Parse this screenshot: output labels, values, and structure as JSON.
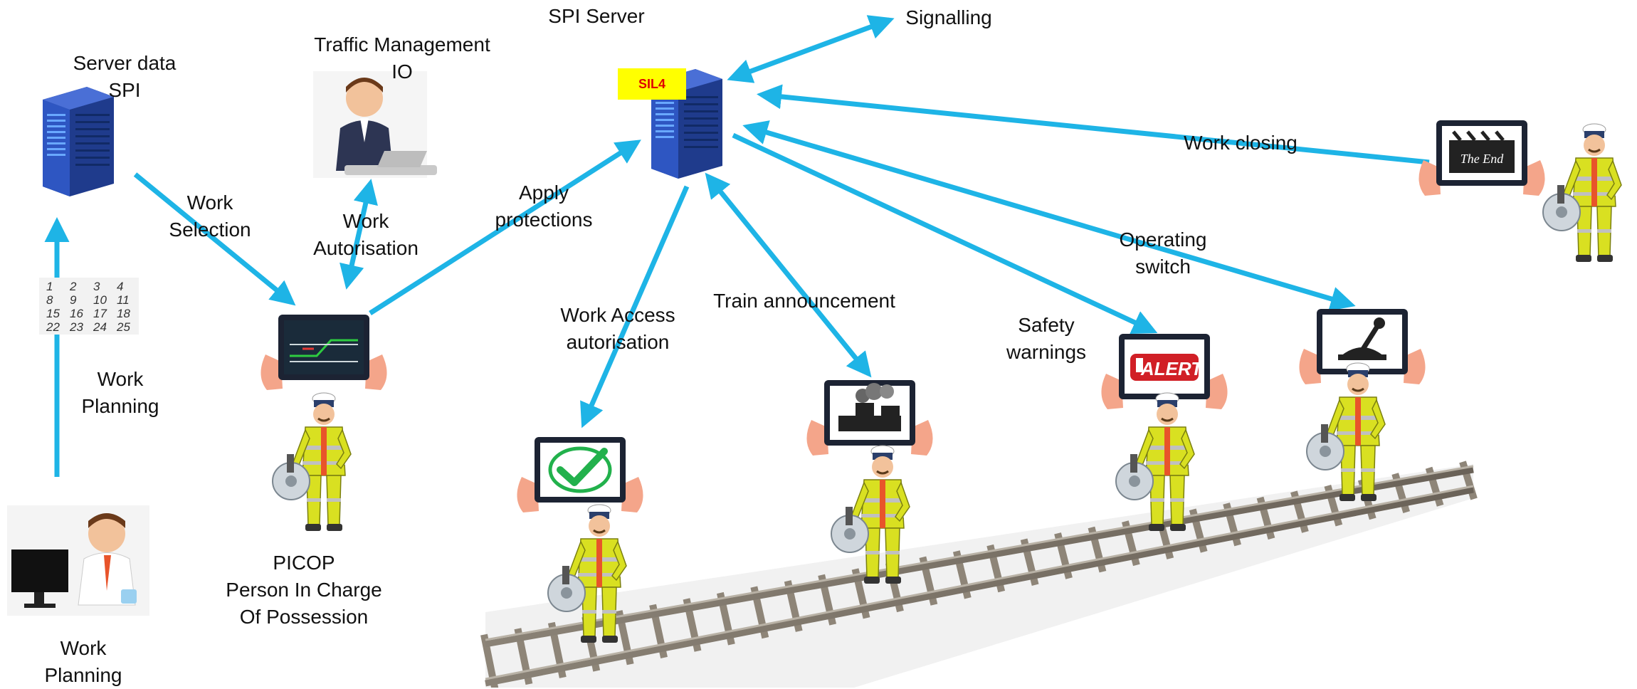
{
  "diagram": {
    "labels": {
      "spi_server": "SPI Server",
      "signalling": "Signalling",
      "server_data": [
        "Server data",
        "SPI"
      ],
      "traffic_management": [
        "Traffic Management",
        "IO"
      ],
      "work_selection": [
        "Work",
        "Selection"
      ],
      "work_autorisation": [
        "Work",
        "Autorisation"
      ],
      "apply_protections": [
        "Apply",
        "protections"
      ],
      "work_closing": "Work closing",
      "operating_switch": [
        "Operating",
        "switch"
      ],
      "work_planning_arrow": [
        "Work",
        "Planning"
      ],
      "train_announcement": "Train announcement",
      "work_access": [
        "Work Access",
        "autorisation"
      ],
      "safety_warnings": [
        "Safety",
        "warnings"
      ],
      "picop": [
        "PICOP",
        "Person In Charge",
        "Of Possession"
      ],
      "work_planning_bottom": [
        "Work",
        "Planning"
      ]
    },
    "badges": {
      "sil4": "SIL4",
      "alert": "ALERT",
      "the_end": "The End"
    },
    "calendar_numbers": [
      "1",
      "2",
      "3",
      "4",
      "8",
      "9",
      "10",
      "11",
      "15",
      "16",
      "17",
      "18",
      "22",
      "23",
      "24",
      "25"
    ],
    "colors": {
      "arrow": "#1EB4E6",
      "server_body": "#1F3B8C",
      "sil4_bg": "#FFFF00",
      "sil4_text": "#E00000",
      "worker_jacket": "#D9E021",
      "alert_red": "#D11F26",
      "check_green": "#22B14C"
    }
  }
}
